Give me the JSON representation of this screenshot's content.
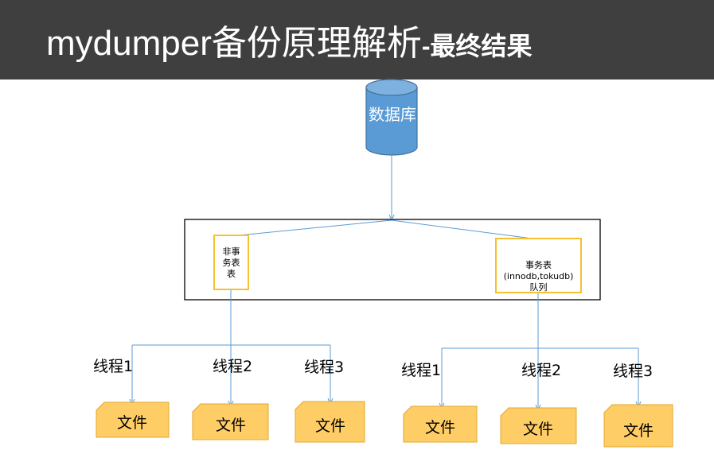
{
  "header": {
    "title_main": "mydumper备份原理解析",
    "title_sub": "-最终结果"
  },
  "database": {
    "label": "数据库"
  },
  "queues": {
    "non_transactional": "非事务表表",
    "transactional": "事务表\n(innodb,tokudb)\n队列"
  },
  "threads": {
    "left": [
      "线程1",
      "线程2",
      "线程3"
    ],
    "right": [
      "线程1",
      "线程2",
      "线程3"
    ]
  },
  "files": {
    "left": [
      "文件",
      "文件",
      "文件"
    ],
    "right": [
      "文件",
      "文件",
      "文件"
    ]
  },
  "colors": {
    "header_bg": "#3f3f3f",
    "db_fill": "#5b9bd5",
    "line": "#5b9bd5",
    "queue_border": "#f5c12e",
    "file_fill": "#ffcd66"
  }
}
